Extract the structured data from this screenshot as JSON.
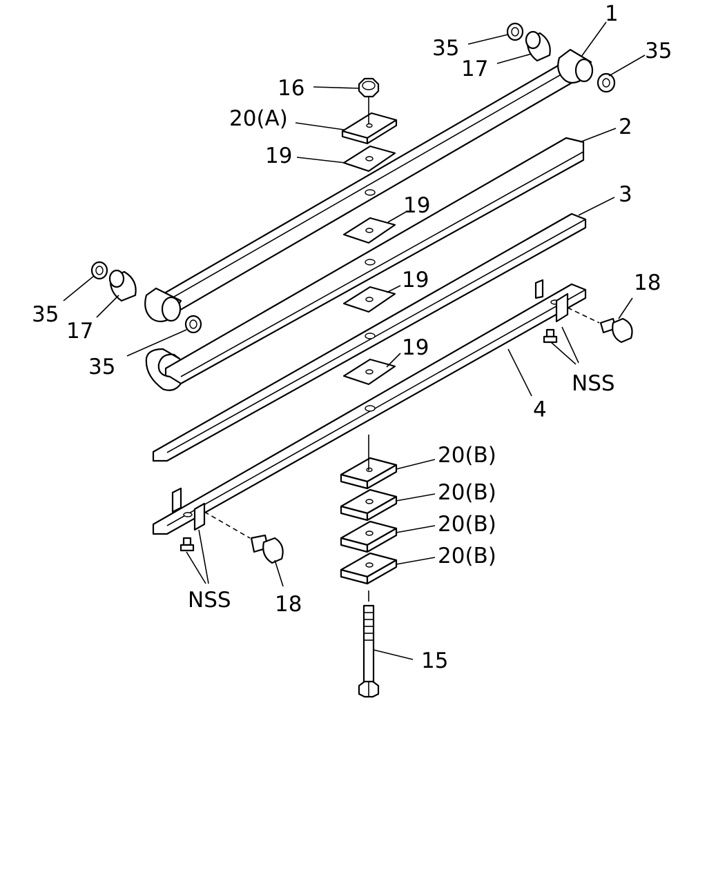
{
  "callouts": {
    "c1": "1",
    "c2": "2",
    "c3": "3",
    "c4": "4",
    "c15": "15",
    "c16": "16",
    "c17_top": "17",
    "c17_left": "17",
    "c18_right": "18",
    "c18_bottom": "18",
    "c19_a": "19",
    "c19_b": "19",
    "c19_c": "19",
    "c19_d": "19",
    "c20a": "20(A)",
    "c20b_1": "20(B)",
    "c20b_2": "20(B)",
    "c20b_3": "20(B)",
    "c20b_4": "20(B)",
    "c35_top_left": "35",
    "c35_top_right": "35",
    "c35_left": "35",
    "c35_mid": "35",
    "nss_right": "NSS",
    "nss_left": "NSS"
  }
}
